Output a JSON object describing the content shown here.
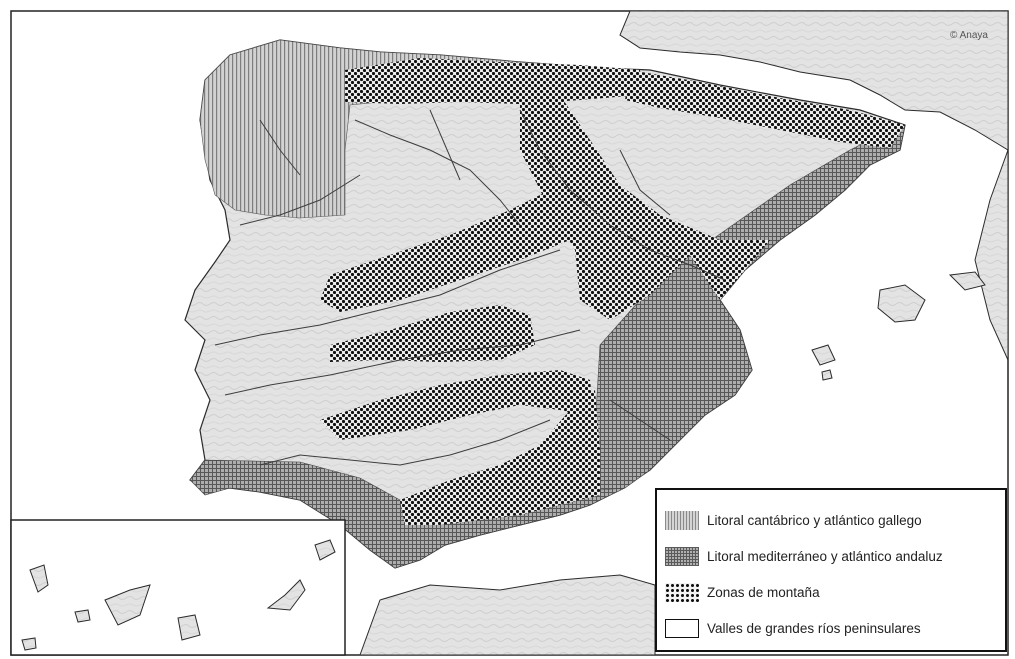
{
  "copyright": "© Anaya",
  "legend": {
    "items": [
      {
        "id": "cantabrico",
        "label": "Litoral cantábrico y atlántico gallego"
      },
      {
        "id": "mediterraneo",
        "label": "Litoral mediterráneo y atlántico andaluz"
      },
      {
        "id": "montana",
        "label": "Zonas de montaña"
      },
      {
        "id": "valles",
        "label": "Valles de grandes ríos peninsulares"
      }
    ]
  },
  "colors": {
    "land": "#e1e1e1",
    "sea": "#ffffff",
    "border": "#2b2b2b",
    "river": "#3d3d3d"
  }
}
